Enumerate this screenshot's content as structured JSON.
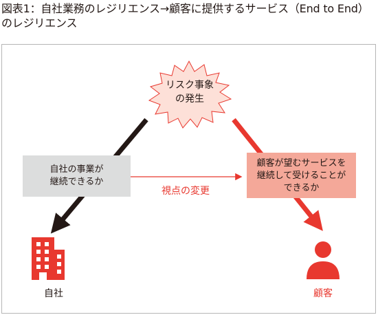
{
  "title": "図表1：自社業務のレジリエンス→顧客に提供するサービス（End to End）のレジリエンス",
  "risk_event": {
    "line1": "リスク事象",
    "line2": "の発生"
  },
  "company_box": {
    "line1": "自社の事業が",
    "line2": "継続できるか"
  },
  "customer_box": {
    "line1": "顧客が望むサービスを",
    "line2": "継続して受けることが",
    "line3": "できるか"
  },
  "shift_label": "視点の変更",
  "company_label": "自社",
  "customer_label": "顧客",
  "colors": {
    "accent_red": "#e8382f",
    "dark": "#231815",
    "gray_box": "#dcdddd",
    "pink_box": "#f4a899",
    "burst_fill": "#fde0d8"
  }
}
